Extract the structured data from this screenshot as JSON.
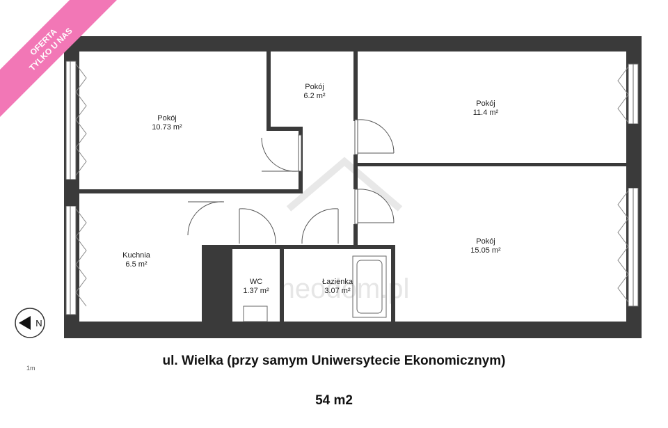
{
  "badge": {
    "line1": "OFERTA",
    "line2": "TYLKO U NAS"
  },
  "rooms": [
    {
      "key": "pokoj_a",
      "name": "Pokój",
      "area": "10.73 m²"
    },
    {
      "key": "pokoj_b",
      "name": "Pokój",
      "area": "6.2 m²"
    },
    {
      "key": "pokoj_c",
      "name": "Pokój",
      "area": "11.4 m²"
    },
    {
      "key": "pokoj_d",
      "name": "Pokój",
      "area": "15.05 m²"
    },
    {
      "key": "kuchnia",
      "name": "Kuchnia",
      "area": "6.5 m²"
    },
    {
      "key": "wc",
      "name": "WC",
      "area": "1.37 m²"
    },
    {
      "key": "lazienka",
      "name": "Łazienka",
      "area": "3.07 m²"
    }
  ],
  "compass": {
    "letter": "N"
  },
  "scale": {
    "label": "1m"
  },
  "watermark": "neodom.pl",
  "address": "ul. Wielka (przy samym Uniwersytecie Ekonomicznym)",
  "total_area": "54 m2",
  "colors": {
    "wall": "#3a3a3a",
    "badge": "#f277b6",
    "watermark": "#d8d8d8"
  }
}
